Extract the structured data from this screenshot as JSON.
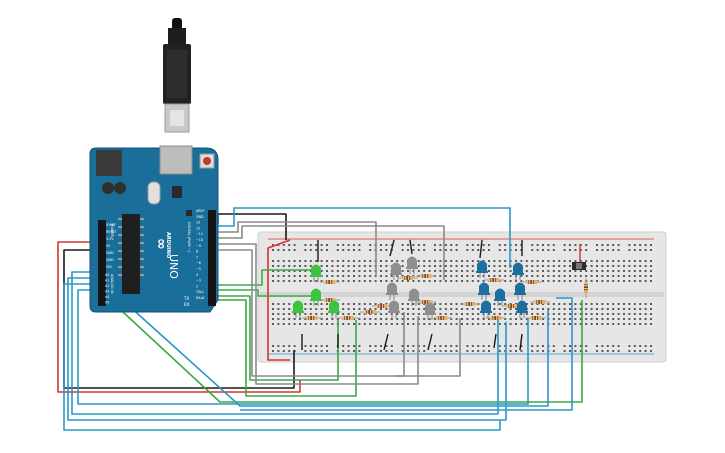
{
  "colors": {
    "background": "#ffffff",
    "arduino_board": "#1a6f9a",
    "breadboard": "#e6e6e6",
    "wire_red": "#d9322e",
    "wire_black": "#1a1a1a",
    "wire_green": "#3aa845",
    "wire_blue": "#2b97c9",
    "wire_gray": "#8a8a8a",
    "led_green": "#3cc43c",
    "led_gray": "#8e8e8e",
    "led_blue": "#1c6f9e"
  },
  "arduino": {
    "brand": "ARDUINO",
    "model": "UNO",
    "logo_symbol": "∞",
    "digital_label": "DIGITAL (PWM ~)",
    "analog_label": "ANALOG IN",
    "power_label": "POWER",
    "tx_label": "TX",
    "rx_label": "RX",
    "power_pins": [
      "IOREF",
      "RESET",
      "3.3V",
      "5V",
      "GND",
      "GND",
      "VIN"
    ],
    "analog_pins": [
      "A0",
      "A1",
      "A2",
      "A3",
      "A4",
      "A5"
    ],
    "digital_pins": [
      "AREF",
      "GND",
      "13",
      "12",
      "~11",
      "~10",
      "~9",
      "8",
      "7",
      "~6",
      "~5",
      "4",
      "~3",
      "2",
      "TX▸1",
      "RX◂0"
    ]
  }
}
